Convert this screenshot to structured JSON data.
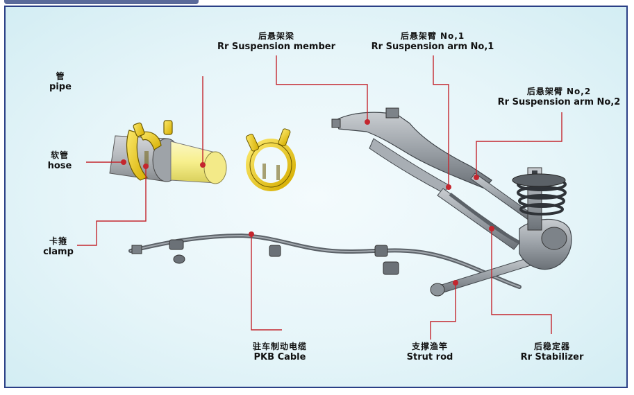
{
  "labels": {
    "rear_suspension_member": {
      "zh": "后悬架梁",
      "en": "Rr Suspension member"
    },
    "rear_suspension_arm_1": {
      "zh": "后悬架臂 No,1",
      "en": "Rr Suspension arm No,1"
    },
    "rear_suspension_arm_2": {
      "zh": "后悬架臂 No,2",
      "en": "Rr Suspension arm No,2"
    },
    "pipe": {
      "zh": "管",
      "en": "pipe"
    },
    "hose": {
      "zh": "软管",
      "en": "hose"
    },
    "clamp": {
      "zh": "卡箍",
      "en": "clamp"
    },
    "pkb_cable": {
      "zh": "驻车制动电缆",
      "en": "PKB Cable"
    },
    "strut_rod": {
      "zh": "支撑渔竿",
      "en": "Strut rod"
    },
    "rear_stabilizer": {
      "zh": "后稳定器",
      "en": "Rr Stabilizer"
    }
  },
  "colors": {
    "leader_line": "#c4262e",
    "frame_border": "#2a3f86",
    "clamp_yellow": "#f2d21a",
    "pipe_yellow": "#f7ef8c",
    "hose_gray": "#b8bcc0",
    "metal_gray": "#8c9399"
  }
}
